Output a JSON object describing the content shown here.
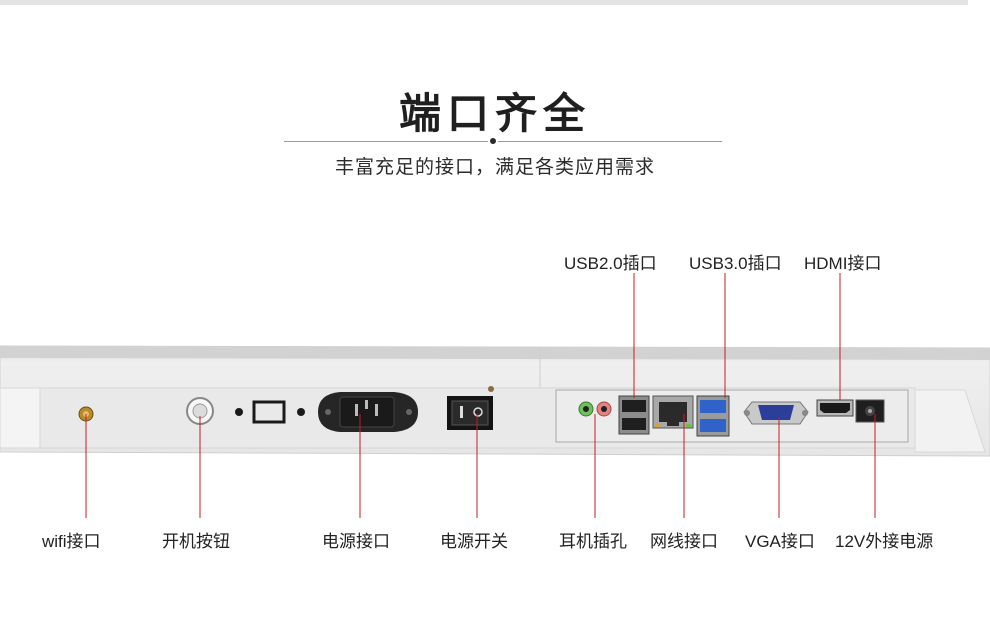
{
  "header": {
    "title": "端口齐全",
    "subtitle": "丰富充足的接口，满足各类应用需求"
  },
  "labels_top": [
    {
      "id": "usb2",
      "text": "USB2.0插口"
    },
    {
      "id": "usb3",
      "text": "USB3.0插口"
    },
    {
      "id": "hdmi",
      "text": "HDMI接口"
    }
  ],
  "labels_bottom": [
    {
      "id": "wifi",
      "text": "wifi接口"
    },
    {
      "id": "power-button",
      "text": "开机按钮"
    },
    {
      "id": "power-port",
      "text": "电源接口"
    },
    {
      "id": "power-switch",
      "text": "电源开关"
    },
    {
      "id": "headphone",
      "text": "耳机插孔"
    },
    {
      "id": "ethernet",
      "text": "网线接口"
    },
    {
      "id": "vga",
      "text": "VGA接口"
    },
    {
      "id": "dc12v",
      "text": "12V外接电源"
    }
  ],
  "colors": {
    "leader_line": "#c0202a",
    "panel": "#e4e4e4",
    "usb3_blue": "#2f63c9"
  }
}
